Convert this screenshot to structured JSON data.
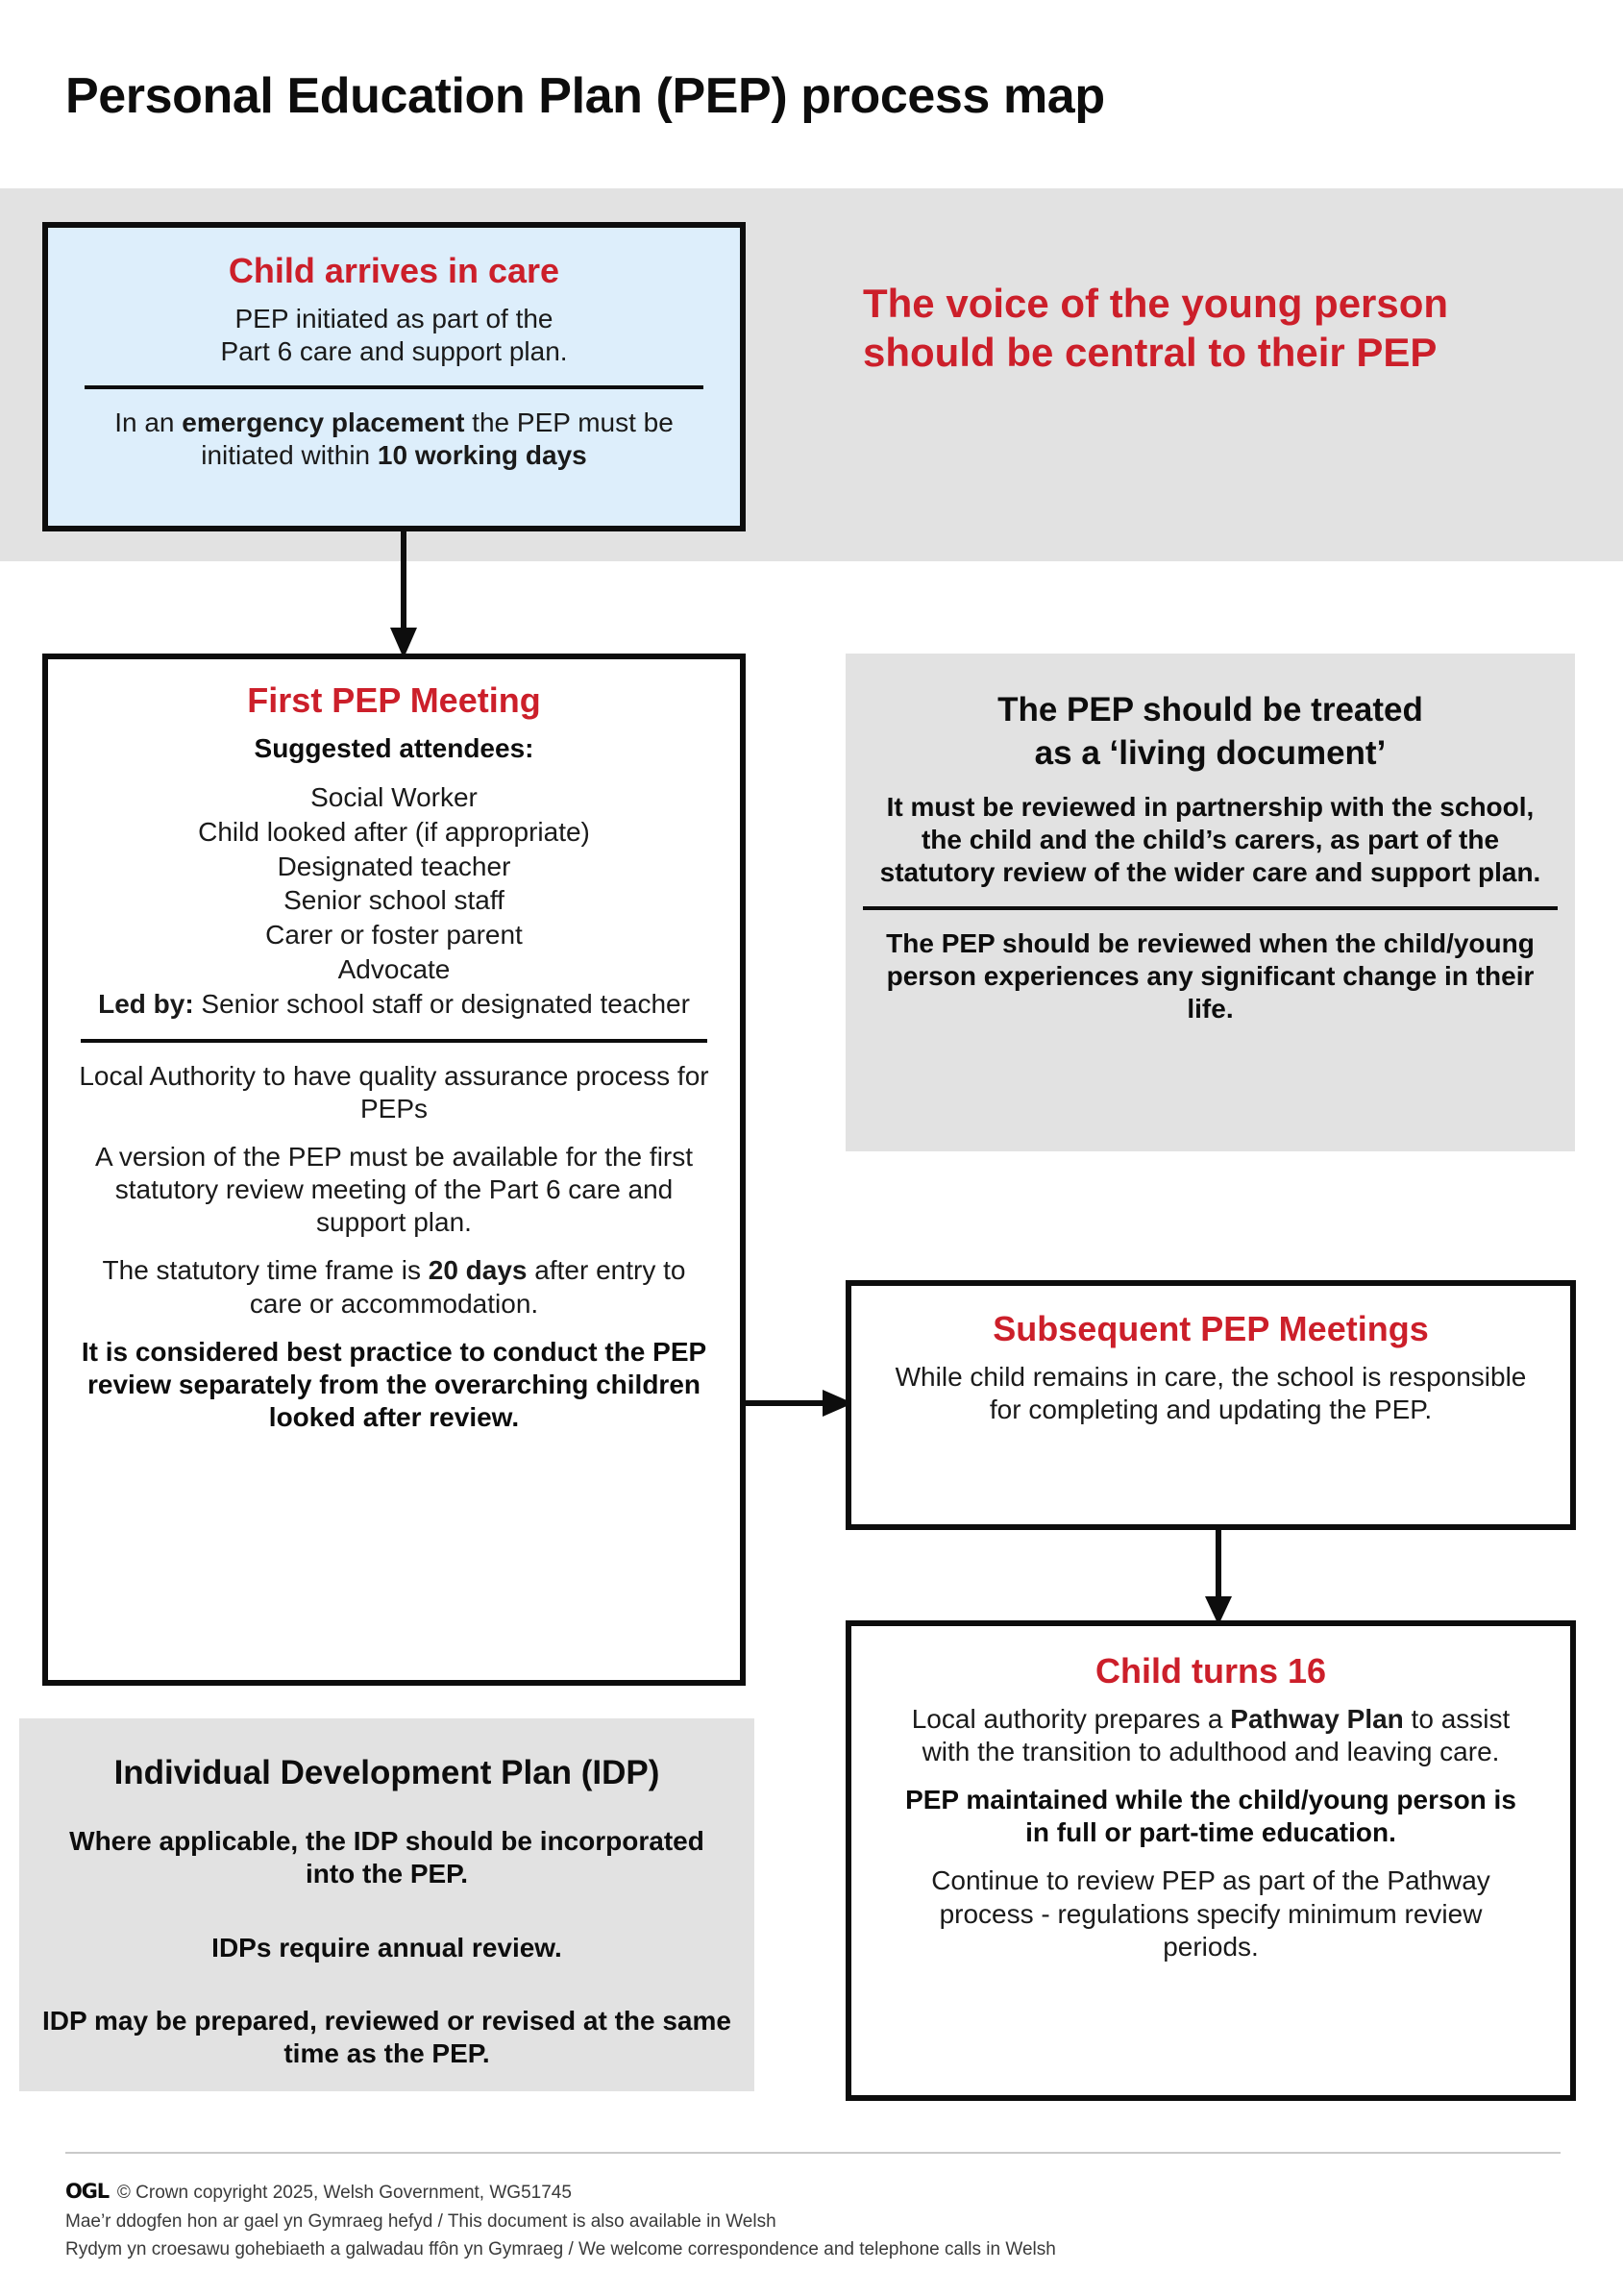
{
  "page": {
    "title": "Personal Education Plan (PEP) process map"
  },
  "colors": {
    "accent_red": "#cc1f2a",
    "box_border": "#0d0d0d",
    "blue_fill": "#ddeefb",
    "grey_panel": "#e2e2e2"
  },
  "boxes": {
    "child_arrives": {
      "heading": "Child arrives in care",
      "line1": "PEP initiated as part of the",
      "line2": "Part 6 care and support plan.",
      "emergency_prefix": "In an ",
      "emergency_bold": "emergency placement",
      "emergency_mid": " the PEP must be initiated within ",
      "emergency_bold2": "10 working days"
    },
    "voice_callout": {
      "text": "The voice of the young person should be central to their PEP"
    },
    "first_pep": {
      "heading": "First PEP Meeting",
      "attendees_label": "Suggested attendees:",
      "attendees": [
        "Social Worker",
        "Child looked after (if appropriate)",
        "Designated teacher",
        "Senior school staff",
        "Carer or foster parent",
        "Advocate"
      ],
      "led_by_label": "Led by:",
      "led_by_value": " Senior school staff or designated teacher",
      "qa_text": "Local Authority to have quality assurance process for PEPs",
      "version_text": "A version of the PEP must be available for the first statutory review meeting of the Part 6 care and support plan.",
      "timeframe_prefix": "The statutory time frame is ",
      "timeframe_bold": "20 days",
      "timeframe_suffix": " after entry to care or accommodation.",
      "best_practice": "It is considered best practice to conduct the PEP review separately from the overarching children looked after review."
    },
    "living_document": {
      "heading_line1": "The PEP should be treated",
      "heading_line2": "as a ‘living document’",
      "body": "It must be reviewed in partnership with the school, the child and the child’s carers, as part of the statutory review of the wider care and support plan.",
      "footer": "The PEP should be reviewed when the child/young person experiences any significant change in their life."
    },
    "subsequent_pep": {
      "heading": "Subsequent PEP Meetings",
      "body": "While child remains in care, the school is responsible for completing and updating the PEP."
    },
    "child_turns_16": {
      "heading": "Child turns 16",
      "para1_prefix": "Local authority prepares a ",
      "para1_bold": "Pathway Plan",
      "para1_suffix": " to assist with the transition to adulthood and leaving care.",
      "para2_bold": "PEP maintained while the child/young person is in full or part-time education.",
      "para3": "Continue to review PEP as part of the Pathway process - regulations specify minimum review periods."
    },
    "idp": {
      "heading": "Individual Development Plan (IDP)",
      "para1": "Where applicable, the IDP should be incorporated into the PEP.",
      "para2": "IDPs require annual review.",
      "para3": "IDP may be prepared, reviewed or revised at the same time as the PEP."
    }
  },
  "footer": {
    "ogl_logo_text": "OGL",
    "copyright": "© Crown copyright 2025, Welsh Government, WG51745",
    "welsh_line": "Mae’r ddogfen hon ar gael yn Gymraeg hefyd / This document is also available in Welsh",
    "correspondence_line": "Rydym yn croesawu gohebiaeth a galwadau ffôn yn Gymraeg / We welcome correspondence and telephone calls in Welsh"
  }
}
